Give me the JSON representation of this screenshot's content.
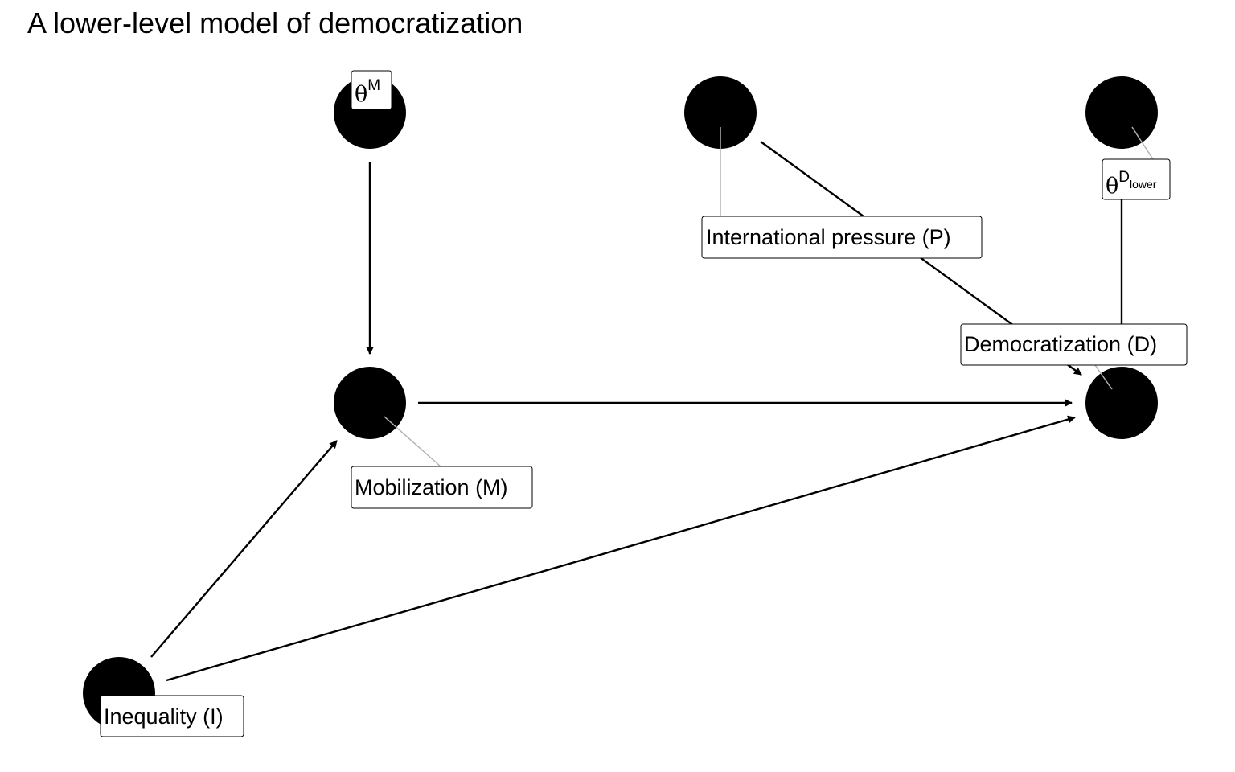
{
  "title": "A lower-level model of democratization",
  "colors": {
    "background": "#ffffff",
    "node": "#000000",
    "edge": "#000000",
    "leader": "#b3b3b3",
    "label_border": "#000000"
  },
  "nodes": [
    {
      "id": "theta_M",
      "name": "node-theta-m",
      "label_parts": [
        {
          "t": "θ",
          "cls": "theta"
        },
        {
          "t": "M",
          "sup": 1
        }
      ]
    },
    {
      "id": "P",
      "name": "node-international-pressure",
      "label_parts": [
        {
          "t": "International pressure (P)"
        }
      ]
    },
    {
      "id": "theta_D",
      "name": "node-theta-d-lower",
      "label_parts": [
        {
          "t": "θ",
          "cls": "theta"
        },
        {
          "t": "D",
          "sup": 1
        },
        {
          "t": "lower",
          "sub": 1
        }
      ]
    },
    {
      "id": "M",
      "name": "node-mobilization",
      "label_parts": [
        {
          "t": "Mobilization (M)"
        }
      ]
    },
    {
      "id": "D",
      "name": "node-democratization",
      "label_parts": [
        {
          "t": "Democratization (D)"
        }
      ]
    },
    {
      "id": "I",
      "name": "node-inequality",
      "label_parts": [
        {
          "t": "Inequality (I)"
        }
      ]
    }
  ],
  "edges": [
    {
      "from": "theta_M",
      "to": "M"
    },
    {
      "from": "P",
      "to": "D"
    },
    {
      "from": "theta_D",
      "to": "D"
    },
    {
      "from": "M",
      "to": "D"
    },
    {
      "from": "I",
      "to": "M"
    },
    {
      "from": "I",
      "to": "D"
    }
  ]
}
